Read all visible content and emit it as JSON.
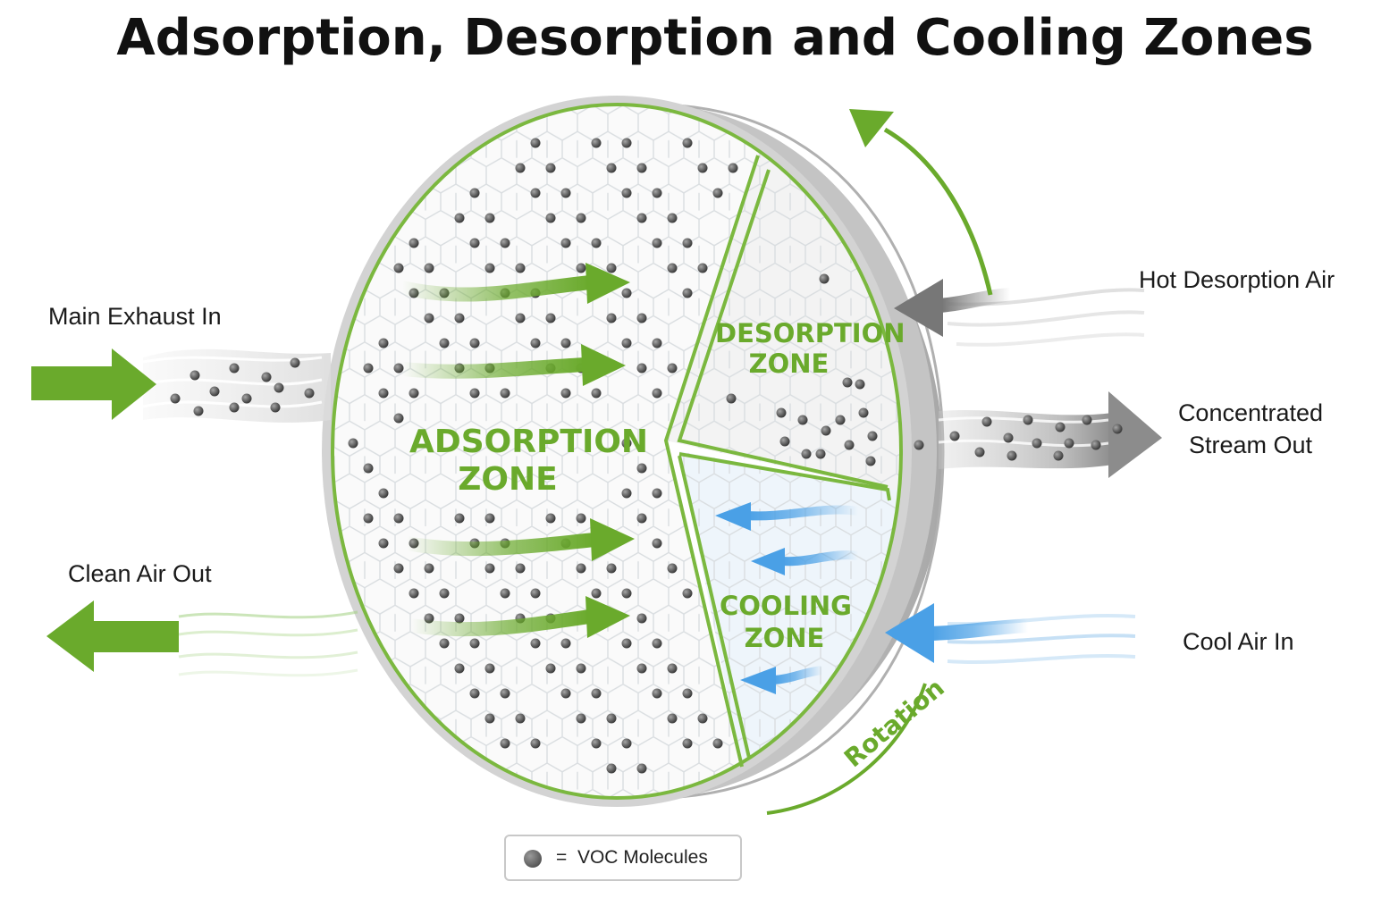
{
  "title": "Adsorption, Desorption and Cooling Zones",
  "labels": {
    "main_exhaust_in": "Main Exhaust In",
    "clean_air_out": "Clean Air Out",
    "hot_desorption_air": "Hot Desorption Air",
    "concentrated_stream_out_line1": "Concentrated",
    "concentrated_stream_out_line2": "Stream Out",
    "cool_air_in": "Cool Air In",
    "rotation": "Rotation"
  },
  "zones": {
    "adsorption": {
      "line1": "ADSORPTION",
      "line2": "ZONE"
    },
    "desorption": {
      "line1": "DESORPTION",
      "line2": "ZONE"
    },
    "cooling": {
      "line1": "COOLING",
      "line2": "ZONE"
    }
  },
  "legend": {
    "symbol": "voc-molecule-dot",
    "equals": "=",
    "text": "VOC Molecules"
  },
  "colors": {
    "green": "#6aaa2c",
    "blue": "#4aa0e6",
    "gray_arrow": "#7a7a7a",
    "molecule": "#555555"
  }
}
